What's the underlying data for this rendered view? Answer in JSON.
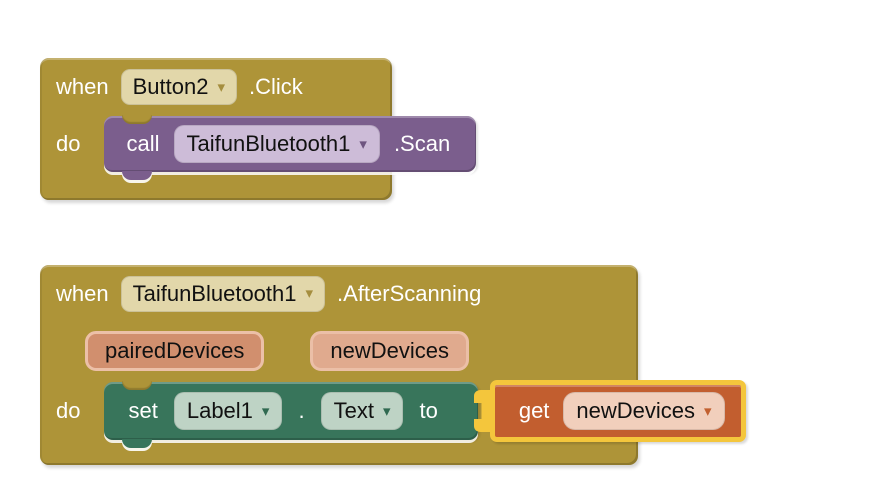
{
  "ui": {
    "dropdown_arrow": "▾"
  },
  "colors": {
    "canvas_bg": "#FFFFFF",
    "gold_fill": "#AE9438",
    "tan_fill": "#E2D7AA",
    "tan_arrow": "#A58E3E",
    "purple_fill": "#7B5E8D",
    "lavender_fill": "#CDBCD8",
    "purple_arrow": "#6E5580",
    "green_fill": "#38755B",
    "sage_fill": "#BED3C5",
    "green_arrow": "#2F6950",
    "orange_fill": "#C25E2F",
    "peach_fill": "#F1CFBC",
    "orange_arrow": "#C2602F",
    "highlight_yellow": "#F4C63C",
    "chip1_fill": "#D18F6E",
    "chip1_border": "#ECC0A8",
    "chip2_fill": "#E0AA8E",
    "chip2_border": "#EBBFA7",
    "text_light": "#FFFFFF",
    "text_dark": "#111111"
  },
  "block1": {
    "when_label": "when",
    "component_dropdown": "Button2",
    "event_label": ".Click",
    "do_label": "do",
    "call_block": {
      "call_label": "call",
      "component_dropdown": "TaifunBluetooth1",
      "method_label": ".Scan"
    }
  },
  "block2": {
    "when_label": "when",
    "component_dropdown": "TaifunBluetooth1",
    "event_label": ".AfterScanning",
    "params": [
      {
        "label": "pairedDevices"
      },
      {
        "label": "newDevices"
      }
    ],
    "do_label": "do",
    "set_block": {
      "set_label": "set",
      "component_dropdown": "Label1",
      "dot_label": ".",
      "property_dropdown": "Text",
      "to_label": "to"
    },
    "get_block": {
      "get_label": "get",
      "variable_dropdown": "newDevices",
      "selected": true
    }
  }
}
